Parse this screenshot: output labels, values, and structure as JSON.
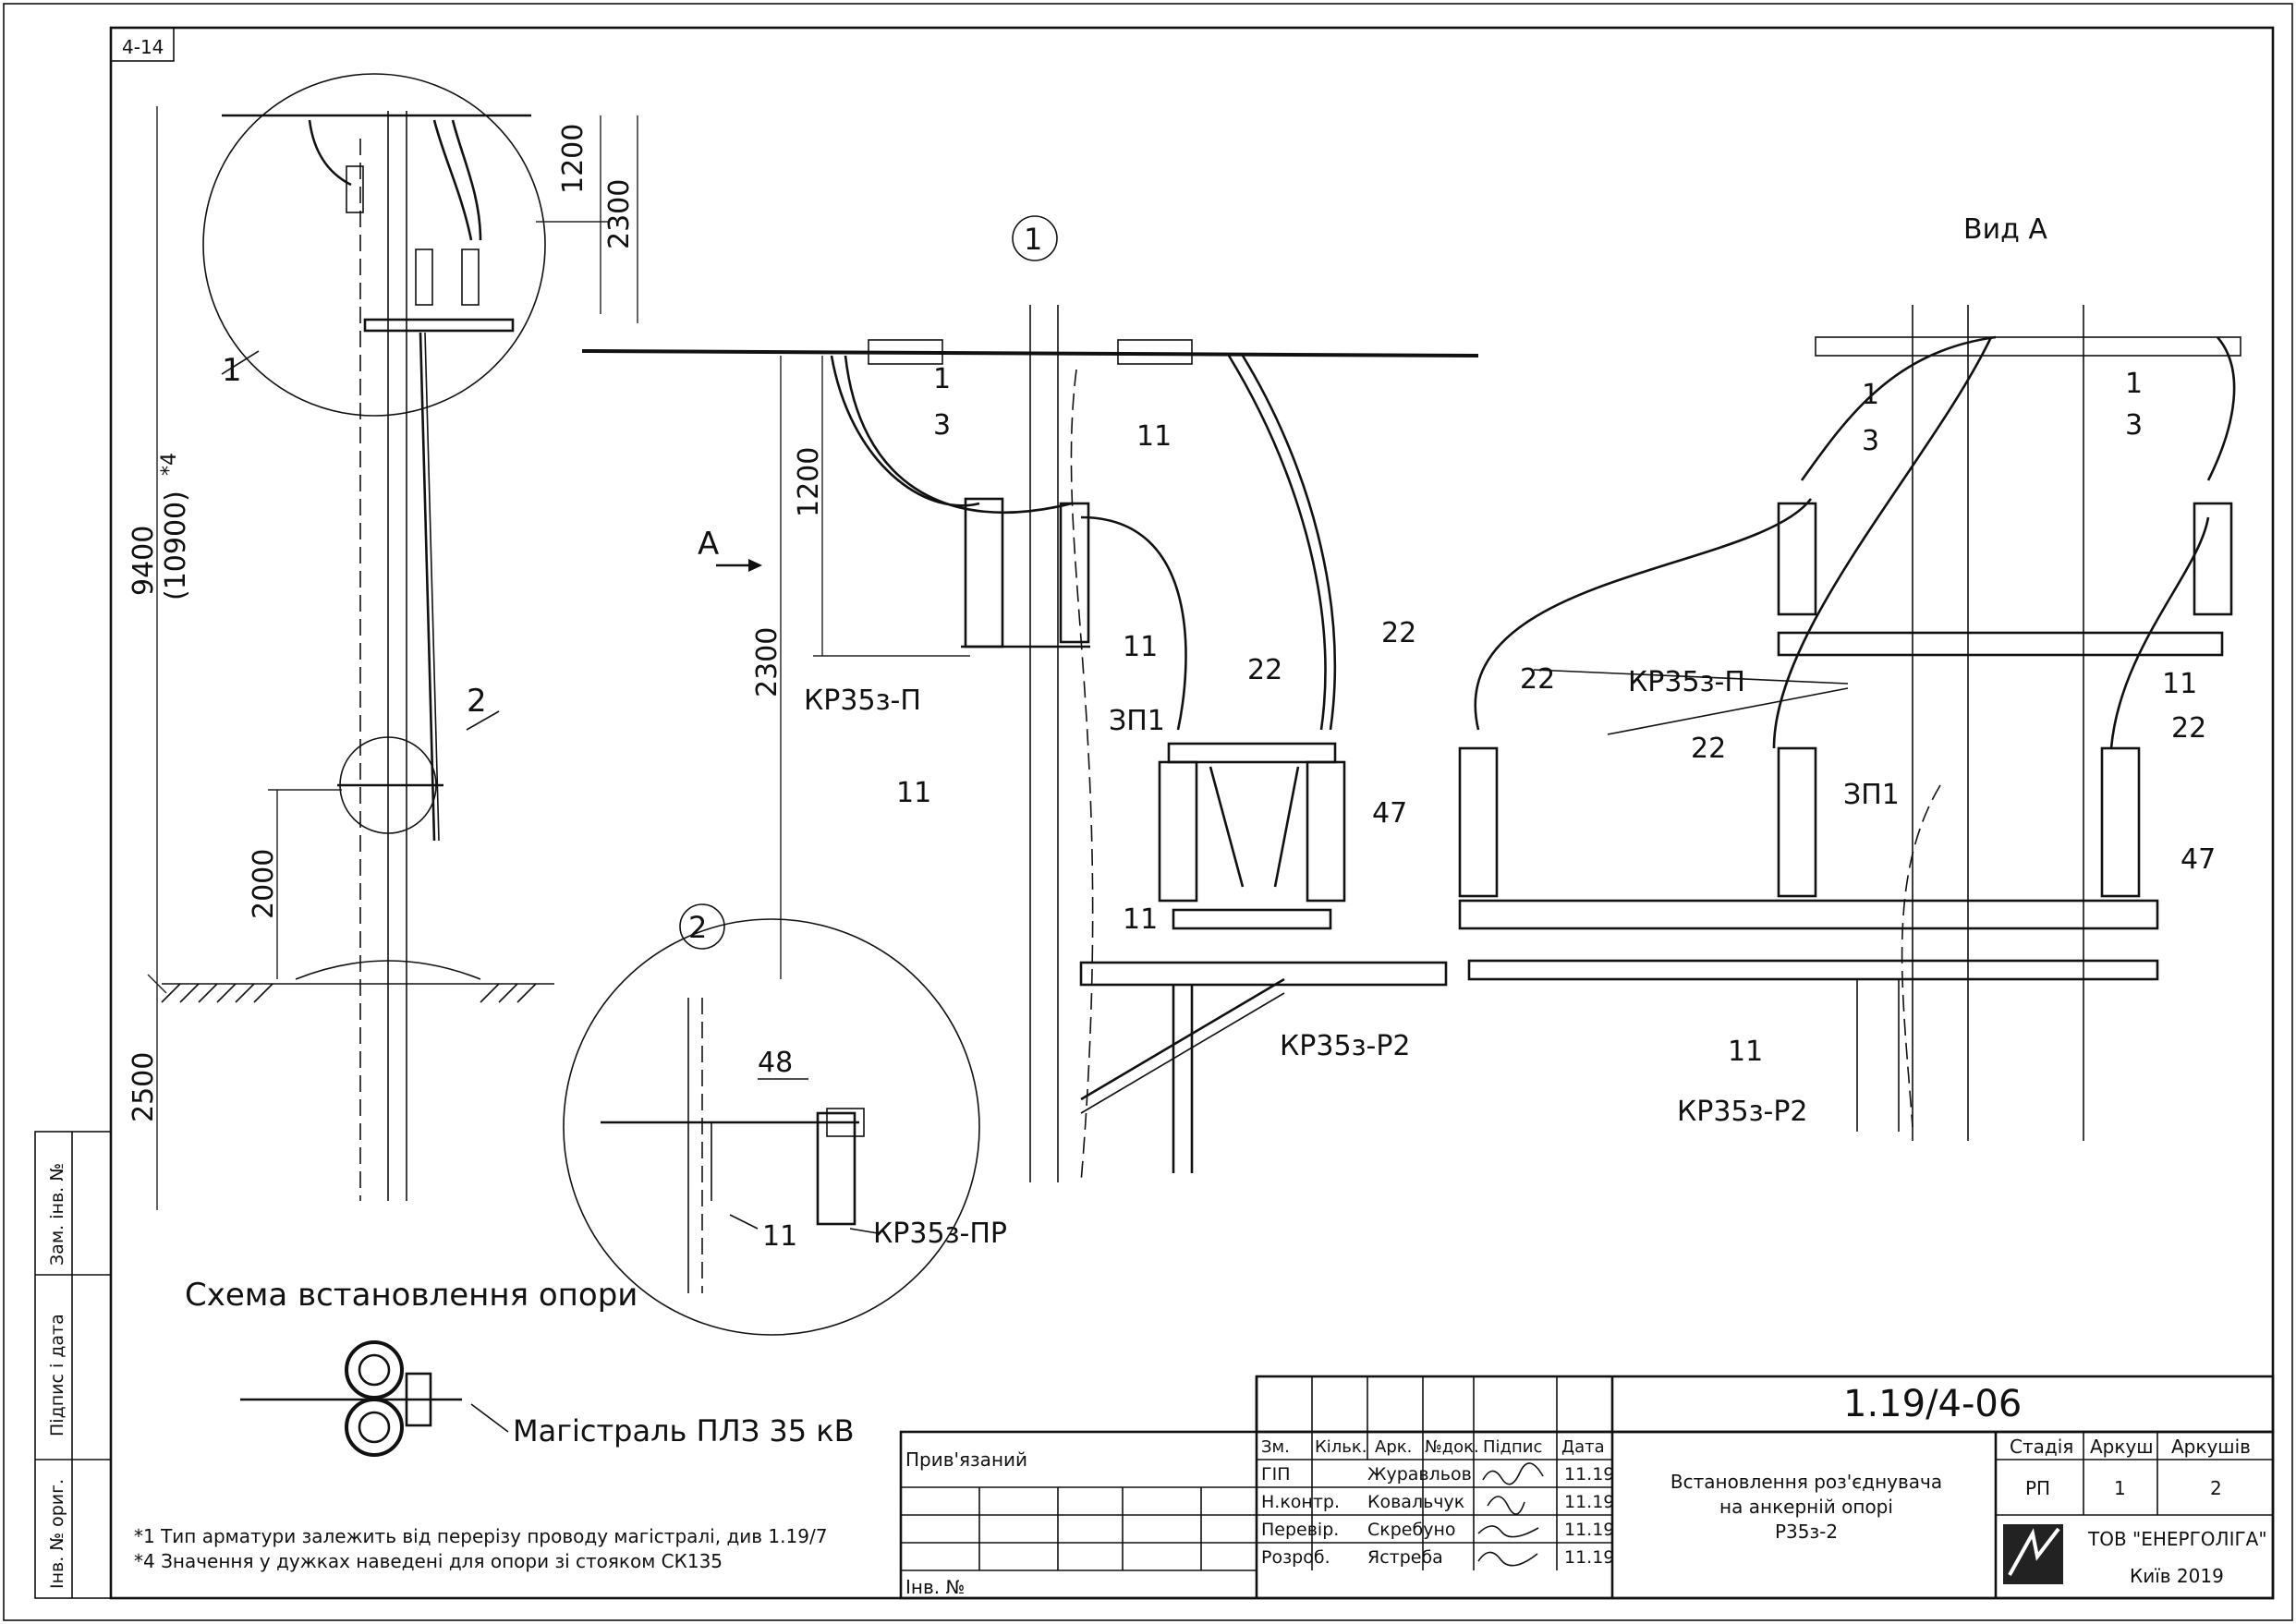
{
  "sheet_code": "4-14",
  "callouts": {
    "c1": "1",
    "c2": "2",
    "c3": "3",
    "c11": "11",
    "c22": "22",
    "c47": "47",
    "c48": "48"
  },
  "dimensions": {
    "d1200": "1200",
    "d2300": "2300",
    "d9400": "9400",
    "d10900": "(10900)",
    "d_star4": "*4",
    "d2000": "2000",
    "d2500": "2500"
  },
  "labels": {
    "view_a": "Вид А",
    "arrow_a": "А",
    "kr_p": "КР35з-П",
    "kr_r2": "КР35з-Р2",
    "kr_pr": "КР35з-ПР",
    "zp1": "ЗП1"
  },
  "scheme": {
    "title": "Схема встановлення опори",
    "trunk_label": "Магістраль ПЛЗ 35 кВ"
  },
  "notes": {
    "n1": "*1 Тип арматури залежить від перерізу проводу магістралі, див 1.19/7",
    "n4": "*4 Значення у дужках наведені для опори зі стояком СК135"
  },
  "side_stamp": {
    "zam": "Зам. інв. №",
    "sign": "Підпис і дата",
    "inv": "Інв. № ориг."
  },
  "title_block": {
    "doc_number": "1.19/4-06",
    "attached": "Прив'язаний",
    "inv_no": "Інв. №",
    "headers": [
      "Зм.",
      "Кільк.",
      "Арк.",
      "№док.",
      "Підпис",
      "Дата"
    ],
    "people": [
      {
        "role": "ГІП",
        "name": "Журавльов",
        "date": "11.19"
      },
      {
        "role": "Н.контр.",
        "name": "Ковальчук",
        "date": "11.19"
      },
      {
        "role": "Перевір.",
        "name": "Скребуно",
        "date": "11.19"
      },
      {
        "role": "Розроб.",
        "name": "Ястреба",
        "date": "11.19"
      }
    ],
    "description": [
      "Встановлення роз'єднувача",
      "на анкерній опорі",
      "Р35з-2"
    ],
    "stage_header": "Стадія",
    "sheet_header": "Аркуш",
    "sheets_header": "Аркушів",
    "stage": "РП",
    "sheet": "1",
    "sheets": "2",
    "company": "ТОВ \"ЕНЕРГОЛІГА\"",
    "city_year": "Київ 2019"
  }
}
